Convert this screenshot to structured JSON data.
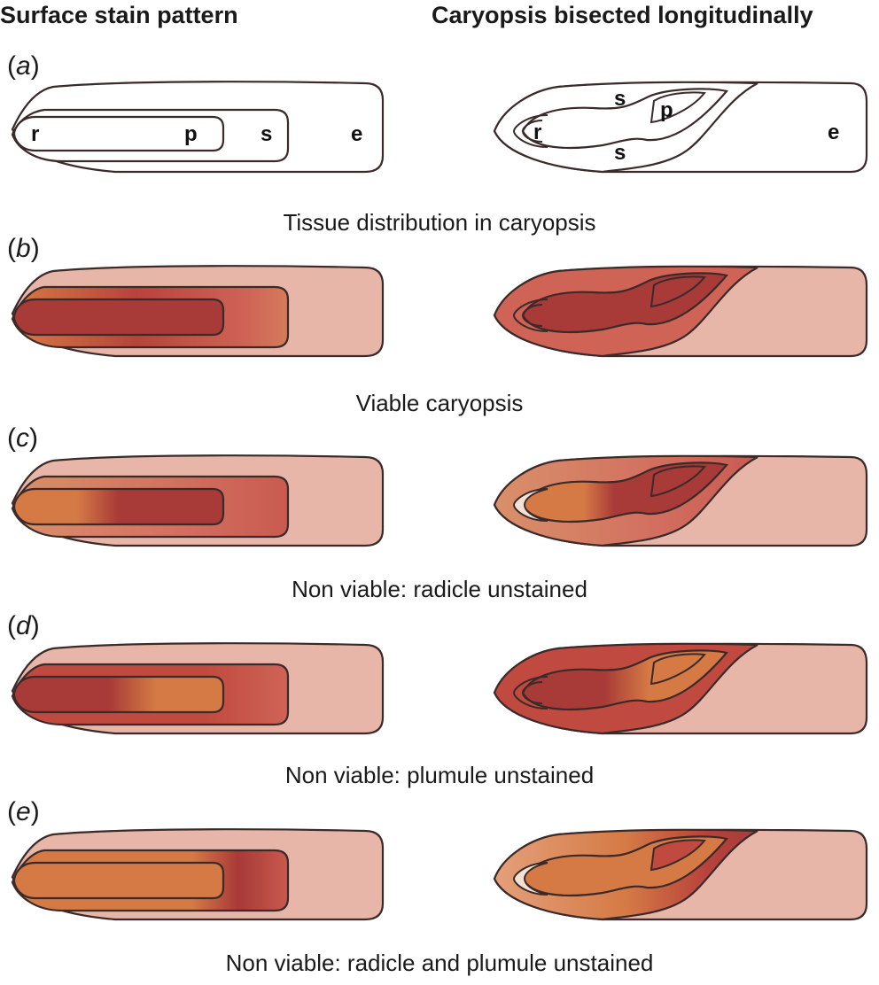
{
  "headers": {
    "left": "Surface stain pattern",
    "right": "Caryopsis bisected longitudinally"
  },
  "tissue_labels": {
    "radicle": "r",
    "plumule": "p",
    "scutellum": "s",
    "endosperm": "e"
  },
  "colors": {
    "outline": "#3a2a2a",
    "stained_dark": "#a83a38",
    "stained_medium": "#cf6356",
    "unstained_orange": "#d57a45",
    "endosperm_pink": "#e8b6a8"
  },
  "panels": [
    {
      "letter": "a",
      "caption": "Tissue distribution in caryopsis"
    },
    {
      "letter": "b",
      "caption": "Viable caryopsis"
    },
    {
      "letter": "c",
      "caption": "Non viable: radicle unstained"
    },
    {
      "letter": "d",
      "caption": "Non viable: plumule unstained"
    },
    {
      "letter": "e",
      "caption": "Non viable: radicle and plumule unstained"
    }
  ]
}
